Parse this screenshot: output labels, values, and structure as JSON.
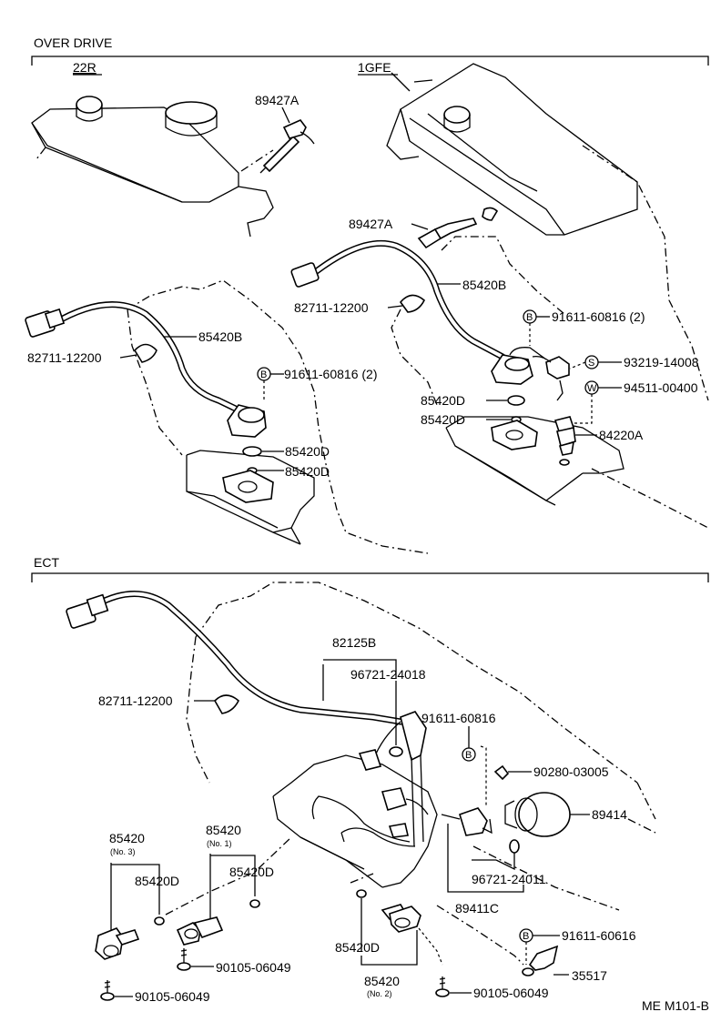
{
  "sections": {
    "overdrive": "OVER DRIVE",
    "engine_22r": "22R",
    "engine_1gfe": "1GFE",
    "ect": "ECT"
  },
  "labels_22r": {
    "sensor": "89427A",
    "harness": "85420B",
    "clamp": "82711-12200",
    "bolt": "91611-60816 (2)",
    "oring1": "85420D",
    "oring2": "85420D",
    "bolt_mark": "B"
  },
  "labels_1gfe": {
    "sensor": "89427A",
    "harness": "85420B",
    "clamp": "82711-12200",
    "bolt": "91611-60816 (2)",
    "bolt_mark": "B",
    "screw": "93219-14008",
    "screw_mark": "S",
    "washer": "94511-00400",
    "washer_mark": "W",
    "oring1": "85420D",
    "oring2": "85420D",
    "switch": "84220A"
  },
  "labels_ect": {
    "harness": "82125B",
    "oring_top": "96721-24018",
    "clamp": "82711-12200",
    "bolt_top": "91611-60816",
    "bolt_top_mark": "B",
    "plate": "90280-03005",
    "sensor_cover": "89414",
    "oring_mid": "96721-24011",
    "sensor": "89411C",
    "bolt_bottom": "91611-60616",
    "bolt_bottom_mark": "B",
    "bracket": "35517",
    "sol3": "85420",
    "sol3_sub": "(No. 3)",
    "sol3_oring": "85420D",
    "sol1": "85420",
    "sol1_sub": "(No. 1)",
    "sol1_oring": "85420D",
    "bolt_sol1": "90105-06049",
    "bolt_sol3": "90105-06049",
    "sol2_oring": "85420D",
    "sol2": "85420",
    "sol2_sub": "(No. 2)",
    "bolt_sol2": "90105-06049"
  },
  "footer": {
    "code": "ME M101-B"
  }
}
